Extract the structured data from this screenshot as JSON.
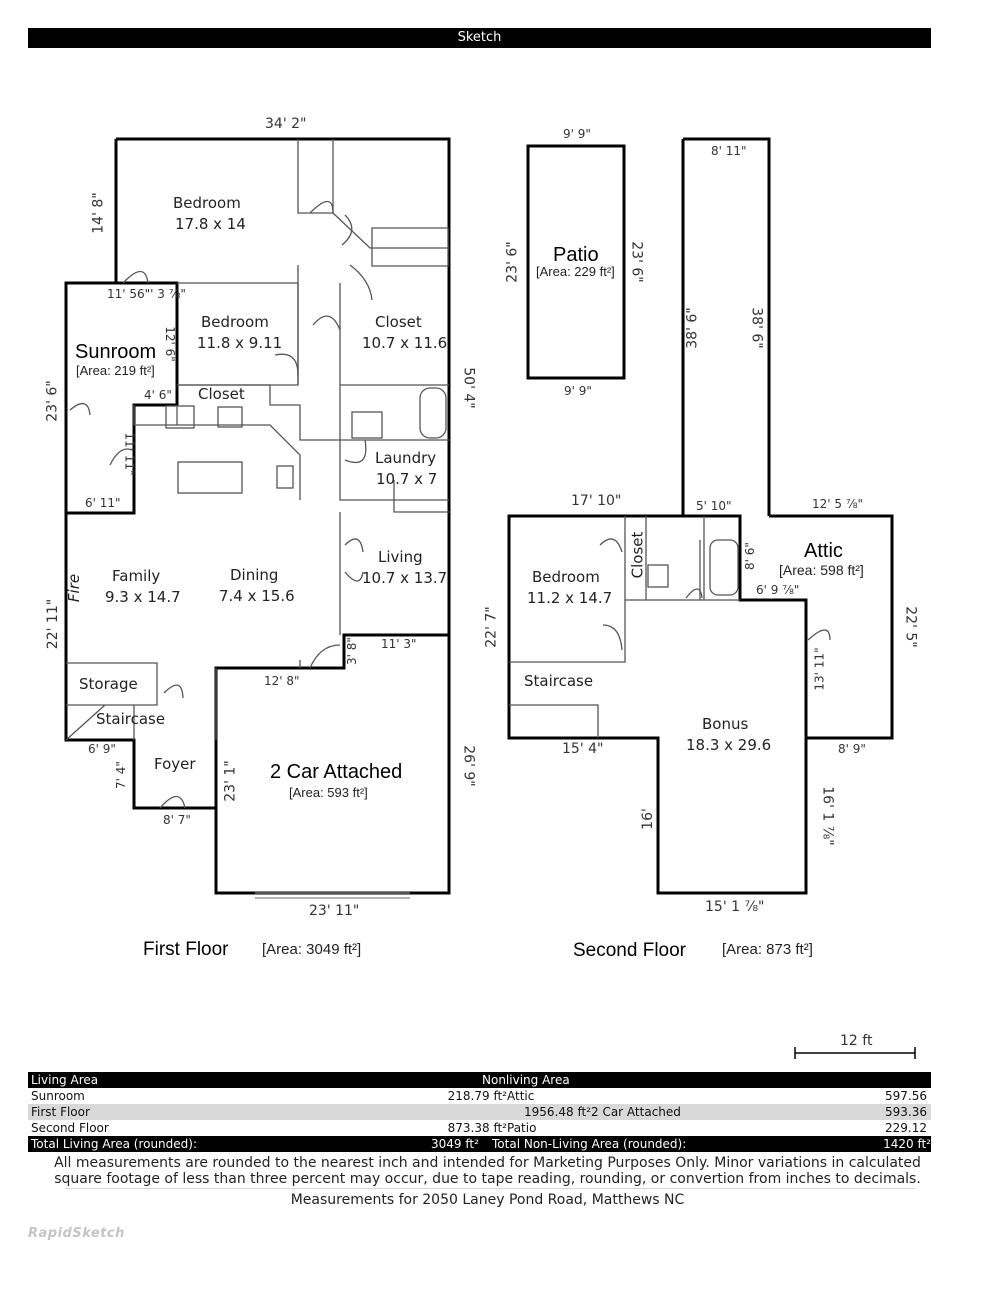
{
  "header": {
    "title": "Sketch"
  },
  "first_floor": {
    "label": "First Floor",
    "area": "[Area: 3049 ft²]",
    "rooms": {
      "bedroom1": {
        "name": "Bedroom",
        "size": "17.8 x 14"
      },
      "bedroom2": {
        "name": "Bedroom",
        "size": "11.8 x 9.11"
      },
      "closet1": {
        "name": "Closet",
        "size": "10.7 x 11.6"
      },
      "closet2": {
        "name": "Closet"
      },
      "sunroom": {
        "name": "Sunroom",
        "area": "[Area: 219 ft²]"
      },
      "laundry": {
        "name": "Laundry",
        "size": "10.7 x 7"
      },
      "living": {
        "name": "Living",
        "size": "10.7 x 13.7"
      },
      "family": {
        "name": "Family",
        "size": "9.3 x 14.7"
      },
      "dining": {
        "name": "Dining",
        "size": "7.4 x 15.6"
      },
      "fire": {
        "name": "Fire"
      },
      "storage": {
        "name": "Storage"
      },
      "staircase": {
        "name": "Staircase"
      },
      "foyer": {
        "name": "Foyer"
      },
      "garage": {
        "name": "2 Car Attached",
        "area": "[Area: 593 ft²]"
      }
    },
    "dims": {
      "top": "34' 2\"",
      "bed_left": "14' 8\"",
      "right_side": "50' 4\"",
      "sun_top": "11' 56\"' 3 ⅞\"",
      "bed2_side": "12' 6\"",
      "closet_w": "4' 6\"",
      "sun_left": "23' 6\"",
      "kitchen_v": "11' 11\"",
      "sun_bottom": "6' 11\"",
      "family_left": "22' 11\"",
      "living_small": "3' 8\"",
      "living_w": "11' 3\"",
      "garage_top": "12' 8\"",
      "stair_bottom": "6' 9\"",
      "foyer_left": "7' 4\"",
      "foyer_bottom": "8' 7\"",
      "garage_left": "23' 1\"",
      "garage_right": "26' 9\"",
      "garage_bottom": "23' 11\""
    }
  },
  "patio": {
    "name": "Patio",
    "area": "[Area: 229 ft²]",
    "top": "9' 9\"",
    "bottom": "9' 9\"",
    "left": "23' 6\"",
    "right": "23' 6\""
  },
  "second_floor": {
    "label": "Second Floor",
    "area": "[Area: 873 ft²]",
    "rooms": {
      "bedroom": {
        "name": "Bedroom",
        "size": "11.2 x 14.7"
      },
      "closet": {
        "name": "Closet"
      },
      "attic": {
        "name": "Attic",
        "area": "[Area: 598 ft²]"
      },
      "staircase": {
        "name": "Staircase"
      },
      "bonus": {
        "name": "Bonus",
        "size": "18.3 x 29.6"
      }
    },
    "dims": {
      "attic_top_w": "8' 11\"",
      "attic_left": "38' 6\"",
      "attic_right": "38' 6\"",
      "top": "17' 10\"",
      "bath_w": "5' 10\"",
      "attic_w": "12' 5 ⅞\"",
      "bath_h": "8' 6\"",
      "bath_bottom": "6' 9 ⅞\"",
      "left": "22' 7\"",
      "attic_right2": "22' 5\"",
      "attic_inner": "13' 11\"",
      "stair_bottom": "15' 4\"",
      "attic_bottom": "8' 9\"",
      "bonus_left": "16'",
      "bonus_right": "16' 1 ⅞\"",
      "bottom": "15' 1 ⅞\""
    }
  },
  "scale": {
    "label": "12 ft"
  },
  "summary": {
    "header": {
      "living": "Living Area",
      "nonliving": "Nonliving Area"
    },
    "rows": [
      {
        "name": "Sunroom",
        "living_value": "218.79 ft²",
        "nl_name": "Attic",
        "nl_value": "597.56"
      },
      {
        "name": "First Floor",
        "living_value": "1956.48 ft²",
        "nl_name": "2 Car Attached",
        "nl_value": "593.36"
      },
      {
        "name": "Second Floor",
        "living_value": "873.38 ft²",
        "nl_name": "Patio",
        "nl_value": "229.12"
      }
    ],
    "total": {
      "label": "Total Living Area (rounded):",
      "value": "3049 ft²",
      "nl_label": "Total Non-Living Area (rounded):",
      "nl_value": "1420 ft²"
    }
  },
  "footer": {
    "note": "All measurements are rounded to the nearest inch and intended for Marketing Purposes Only. Minor variations in calculated square footage of less than three percent may occur, due to tape reading, rounding, or convertion from inches to decimals.",
    "address": "Measurements for 2050 Laney Pond Road, Matthews NC",
    "logo": "RapidSketch"
  }
}
